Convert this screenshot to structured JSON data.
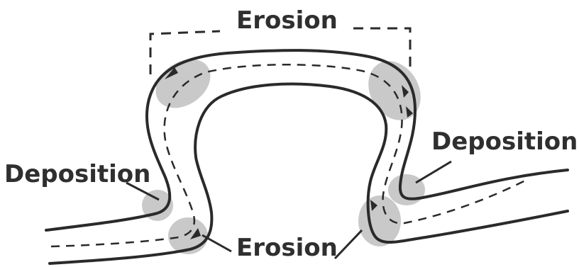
{
  "labels": {
    "erosion_top": "Erosion",
    "erosion_bottom": "Erosion",
    "deposition_left": "Deposition",
    "deposition_right": "Deposition"
  },
  "colors": {
    "bank": "#2a2a2a",
    "zone_fill": "#c9c9c9",
    "text": "#2f2f2f"
  }
}
